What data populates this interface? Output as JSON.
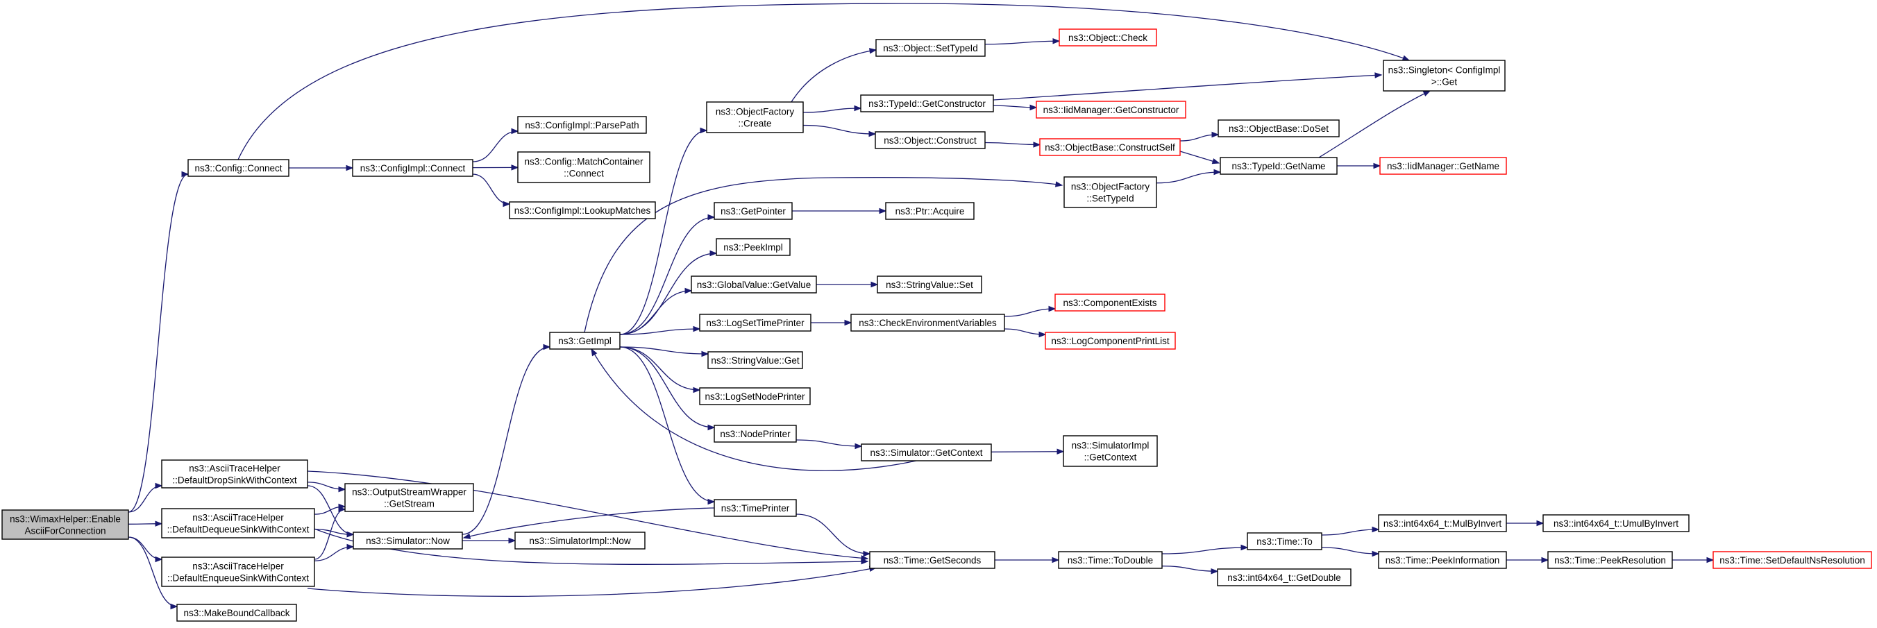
{
  "diagram_type": "call-graph",
  "colors": {
    "edge": "#191970",
    "node_border": "#000000",
    "truncated_border": "#ff0000",
    "root_fill": "#bfbfbf",
    "node_fill": "#ffffff",
    "background": "#ffffff"
  },
  "nodes": {
    "root": [
      "ns3::WimaxHelper::Enable",
      "AsciiForConnection"
    ],
    "config_connect": [
      "ns3::Config::Connect"
    ],
    "cfgimpl_connect": [
      "ns3::ConfigImpl::Connect"
    ],
    "parse_path": [
      "ns3::ConfigImpl::ParsePath"
    ],
    "match_container": [
      "ns3::Config::MatchContainer",
      "::Connect"
    ],
    "lookup_matches": [
      "ns3::ConfigImpl::LookupMatches"
    ],
    "singleton_get": [
      "ns3::Singleton< ConfigImpl",
      " >::Get"
    ],
    "ascii_drop": [
      "ns3::AsciiTraceHelper",
      "::DefaultDropSinkWithContext"
    ],
    "ascii_dequeue": [
      "ns3::AsciiTraceHelper",
      "::DefaultDequeueSinkWithContext"
    ],
    "ascii_enqueue": [
      "ns3::AsciiTraceHelper",
      "::DefaultEnqueueSinkWithContext"
    ],
    "make_bound_callback": [
      "ns3::MakeBoundCallback"
    ],
    "output_stream": [
      "ns3::OutputStreamWrapper",
      "::GetStream"
    ],
    "simulator_now": [
      "ns3::Simulator::Now"
    ],
    "simimpl_now": [
      "ns3::SimulatorImpl::Now"
    ],
    "get_impl": [
      "ns3::GetImpl"
    ],
    "object_factory_create": [
      "ns3::ObjectFactory",
      "::Create"
    ],
    "object_settypeid": [
      "ns3::Object::SetTypeId"
    ],
    "object_check": [
      "ns3::Object::Check"
    ],
    "typeid_getconstructor": [
      "ns3::TypeId::GetConstructor"
    ],
    "iidmgr_getconstructor": [
      "ns3::IidManager::GetConstructor"
    ],
    "object_construct": [
      "ns3::Object::Construct"
    ],
    "objbase_constructself": [
      "ns3::ObjectBase::ConstructSelf"
    ],
    "objbase_doset": [
      "ns3::ObjectBase::DoSet"
    ],
    "typeid_getname": [
      "ns3::TypeId::GetName"
    ],
    "iidmgr_getname": [
      "ns3::IidManager::GetName"
    ],
    "objfactory_settypeid": [
      "ns3::ObjectFactory",
      "::SetTypeId"
    ],
    "get_pointer": [
      "ns3::GetPointer"
    ],
    "ptr_acquire": [
      "ns3::Ptr::Acquire"
    ],
    "peek_impl": [
      "ns3::PeekImpl"
    ],
    "globalvalue_getvalue": [
      "ns3::GlobalValue::GetValue"
    ],
    "stringvalue_set": [
      "ns3::StringValue::Set"
    ],
    "log_settimeprinter": [
      "ns3::LogSetTimePrinter"
    ],
    "check_env_vars": [
      "ns3::CheckEnvironmentVariables"
    ],
    "component_exists": [
      "ns3::ComponentExists"
    ],
    "log_component_printlist": [
      "ns3::LogComponentPrintList"
    ],
    "stringvalue_get": [
      "ns3::StringValue::Get"
    ],
    "log_setnodeprinter": [
      "ns3::LogSetNodePrinter"
    ],
    "node_printer": [
      "ns3::NodePrinter"
    ],
    "simulator_getcontext": [
      "ns3::Simulator::GetContext"
    ],
    "simimpl_getcontext": [
      "ns3::SimulatorImpl",
      "::GetContext"
    ],
    "time_printer": [
      "ns3::TimePrinter"
    ],
    "time_getseconds": [
      "ns3::Time::GetSeconds"
    ],
    "time_todouble": [
      "ns3::Time::ToDouble"
    ],
    "time_to": [
      "ns3::Time::To"
    ],
    "int64_getdouble": [
      "ns3::int64x64_t::GetDouble"
    ],
    "int64_mulbyinvert": [
      "ns3::int64x64_t::MulByInvert"
    ],
    "int64_umulbyinvert": [
      "ns3::int64x64_t::UmulByInvert"
    ],
    "time_peekinformation": [
      "ns3::Time::PeekInformation"
    ],
    "time_peekresolution": [
      "ns3::Time::PeekResolution"
    ],
    "time_setdefaultnsresolution": [
      "ns3::Time::SetDefaultNsResolution"
    ]
  },
  "edges": [
    [
      "root",
      "config_connect"
    ],
    [
      "root",
      "ascii_drop"
    ],
    [
      "root",
      "ascii_dequeue"
    ],
    [
      "root",
      "ascii_enqueue"
    ],
    [
      "root",
      "make_bound_callback"
    ],
    [
      "config_connect",
      "singleton_get"
    ],
    [
      "config_connect",
      "cfgimpl_connect"
    ],
    [
      "cfgimpl_connect",
      "parse_path"
    ],
    [
      "cfgimpl_connect",
      "match_container"
    ],
    [
      "cfgimpl_connect",
      "lookup_matches"
    ],
    [
      "ascii_drop",
      "output_stream"
    ],
    [
      "ascii_drop",
      "simulator_now"
    ],
    [
      "ascii_drop",
      "time_getseconds"
    ],
    [
      "ascii_dequeue",
      "output_stream"
    ],
    [
      "ascii_dequeue",
      "simulator_now"
    ],
    [
      "ascii_dequeue",
      "time_getseconds"
    ],
    [
      "ascii_enqueue",
      "output_stream"
    ],
    [
      "ascii_enqueue",
      "simulator_now"
    ],
    [
      "ascii_enqueue",
      "time_getseconds"
    ],
    [
      "simulator_now",
      "get_impl"
    ],
    [
      "simulator_now",
      "simimpl_now"
    ],
    [
      "get_impl",
      "object_factory_create"
    ],
    [
      "get_impl",
      "objfactory_settypeid"
    ],
    [
      "get_impl",
      "get_pointer"
    ],
    [
      "get_impl",
      "peek_impl"
    ],
    [
      "get_impl",
      "globalvalue_getvalue"
    ],
    [
      "get_impl",
      "log_settimeprinter"
    ],
    [
      "get_impl",
      "stringvalue_get"
    ],
    [
      "get_impl",
      "log_setnodeprinter"
    ],
    [
      "get_impl",
      "node_printer"
    ],
    [
      "get_impl",
      "time_printer"
    ],
    [
      "object_factory_create",
      "object_settypeid"
    ],
    [
      "object_factory_create",
      "typeid_getconstructor"
    ],
    [
      "object_factory_create",
      "object_construct"
    ],
    [
      "object_settypeid",
      "object_check"
    ],
    [
      "typeid_getconstructor",
      "iidmgr_getconstructor"
    ],
    [
      "typeid_getconstructor",
      "singleton_get"
    ],
    [
      "object_construct",
      "objbase_constructself"
    ],
    [
      "objbase_constructself",
      "objbase_doset"
    ],
    [
      "objbase_constructself",
      "typeid_getname"
    ],
    [
      "objfactory_settypeid",
      "typeid_getname"
    ],
    [
      "typeid_getname",
      "iidmgr_getname"
    ],
    [
      "typeid_getname",
      "singleton_get"
    ],
    [
      "get_pointer",
      "ptr_acquire"
    ],
    [
      "globalvalue_getvalue",
      "stringvalue_set"
    ],
    [
      "log_settimeprinter",
      "check_env_vars"
    ],
    [
      "check_env_vars",
      "component_exists"
    ],
    [
      "check_env_vars",
      "log_component_printlist"
    ],
    [
      "node_printer",
      "simulator_getcontext"
    ],
    [
      "simulator_getcontext",
      "get_impl"
    ],
    [
      "simulator_getcontext",
      "simimpl_getcontext"
    ],
    [
      "time_printer",
      "simulator_now"
    ],
    [
      "time_printer",
      "time_getseconds"
    ],
    [
      "time_getseconds",
      "time_todouble"
    ],
    [
      "time_todouble",
      "time_to"
    ],
    [
      "time_todouble",
      "int64_getdouble"
    ],
    [
      "time_to",
      "int64_mulbyinvert"
    ],
    [
      "time_to",
      "time_peekinformation"
    ],
    [
      "int64_mulbyinvert",
      "int64_umulbyinvert"
    ],
    [
      "time_peekinformation",
      "time_peekresolution"
    ],
    [
      "time_peekresolution",
      "time_setdefaultnsresolution"
    ]
  ],
  "truncated_nodes": [
    "object_check",
    "iidmgr_getconstructor",
    "objbase_constructself",
    "iidmgr_getname",
    "component_exists",
    "log_component_printlist",
    "time_setdefaultnsresolution"
  ],
  "root_node": "root"
}
